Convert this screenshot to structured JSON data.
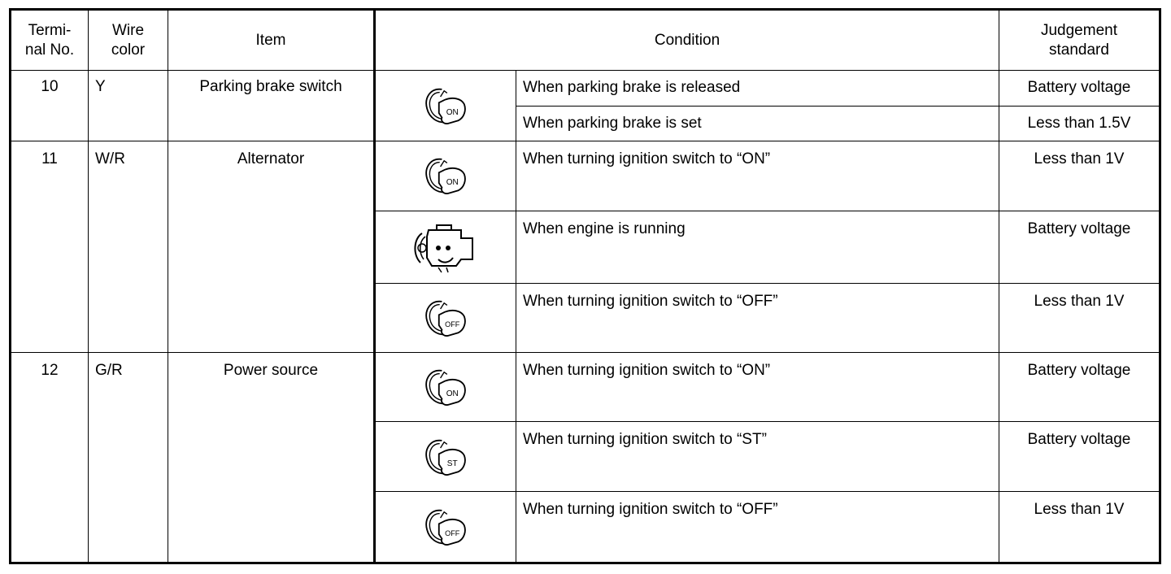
{
  "headers": {
    "terminal": "Termi-\nnal No.",
    "wire": "Wire\ncolor",
    "item": "Item",
    "condition": "Condition",
    "judgement": "Judgement\nstandard"
  },
  "groups": [
    {
      "terminal": "10",
      "wire": "Y",
      "item": "Parking brake switch",
      "rows": [
        {
          "icon": "ignition-key-on-icon",
          "icon_label": "ON",
          "condition": "When parking brake is released",
          "judgement": "Battery voltage"
        },
        {
          "condition": "When parking brake is set",
          "judgement": "Less than 1.5V"
        }
      ]
    },
    {
      "terminal": "11",
      "wire": "W/R",
      "item": "Alternator",
      "rows": [
        {
          "icon": "ignition-key-on-icon",
          "icon_label": "ON",
          "condition": "When turning ignition switch to “ON”",
          "judgement": "Less than 1V"
        },
        {
          "icon": "engine-running-icon",
          "condition": "When engine is running",
          "judgement": "Battery voltage"
        },
        {
          "icon": "ignition-key-off-icon",
          "icon_label": "OFF",
          "condition": "When turning ignition switch to “OFF”",
          "judgement": "Less than 1V"
        }
      ]
    },
    {
      "terminal": "12",
      "wire": "G/R",
      "item": "Power source",
      "rows": [
        {
          "icon": "ignition-key-on-icon",
          "icon_label": "ON",
          "condition": "When turning ignition switch to “ON”",
          "judgement": "Battery voltage"
        },
        {
          "icon": "ignition-key-st-icon",
          "icon_label": "ST",
          "condition": "When turning ignition switch to “ST”",
          "judgement": "Battery voltage"
        },
        {
          "icon": "ignition-key-off-icon",
          "icon_label": "OFF",
          "condition": "When turning ignition switch to “OFF”",
          "judgement": "Less than 1V"
        }
      ]
    }
  ]
}
